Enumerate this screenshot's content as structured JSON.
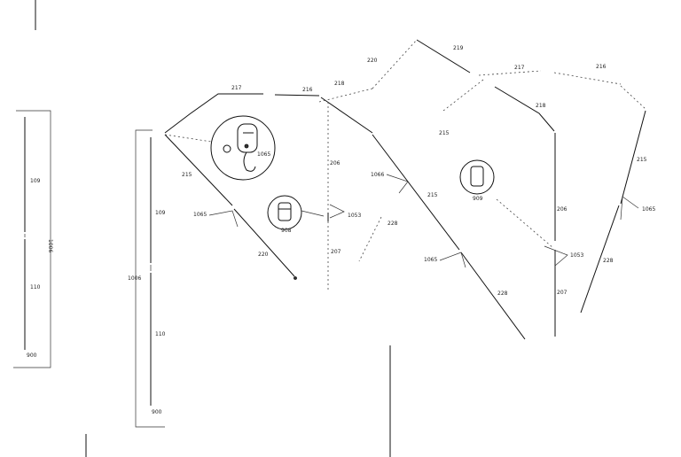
{
  "labels": {
    "p109a": "109",
    "p110a": "110",
    "p1006a": "1006",
    "p900a": "900",
    "p109b": "109",
    "p110b": "110",
    "p1006b": "1006",
    "p900b": "900",
    "p217a": "217",
    "p216a": "216",
    "p218a": "218",
    "p215a": "215",
    "p1065a": "1065",
    "p220a": "220",
    "p1066": "1066",
    "p206a": "206",
    "p908": "908",
    "p1053a": "1053",
    "p207a": "207",
    "p228a": "228",
    "p220b": "220",
    "p219": "219",
    "p217b": "217",
    "p216b": "216",
    "p218b": "218",
    "p215b": "215",
    "p1065b": "1065",
    "p215c": "215",
    "p1065c": "1065",
    "p228b": "228",
    "p909": "909",
    "p206b": "206",
    "p1053b": "1053",
    "p207b": "207",
    "p215d": "215",
    "p1065d": "1065",
    "p228c": "228"
  }
}
